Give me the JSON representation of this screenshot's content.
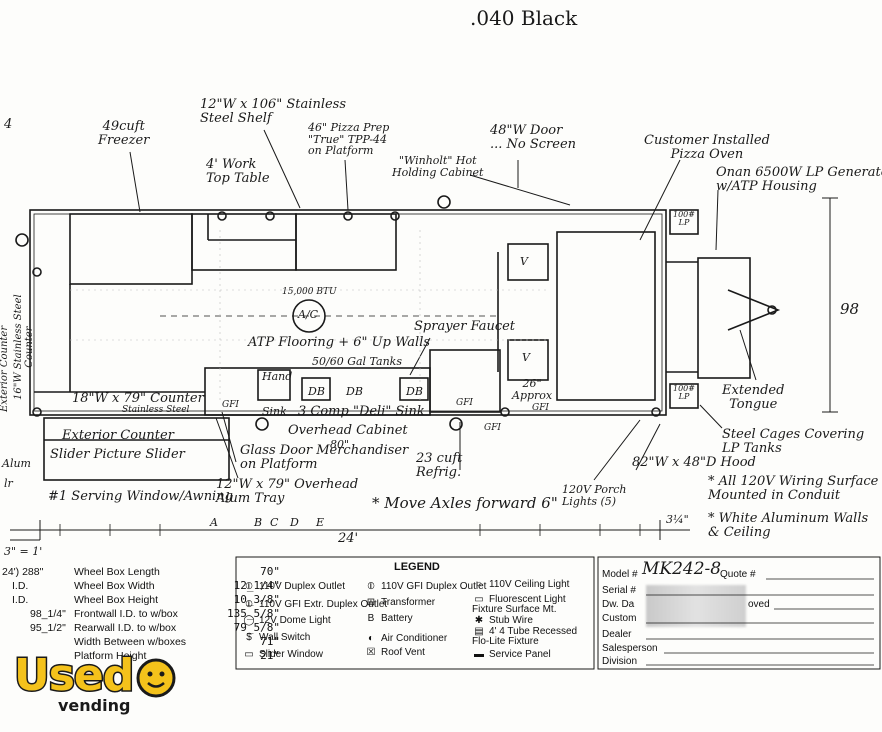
{
  "header": {
    "material_note": ".040 Black"
  },
  "labels": {
    "freezer": "49cuft\nFreezer",
    "stainless_shelf": "12\"W x 106\" Stainless\nSteel Shelf",
    "pizza_prep": "46\" Pizza Prep\n\"True\" TPP-44\non Platform",
    "door": "48\"W Door\n... No Screen",
    "pizza_oven": "Customer Installed\nPizza Oven",
    "generator": "Onan 6500W LP Generator\nw/ATP Housing",
    "work_table": "4' Work\nTop Table",
    "holding_cabinet": "\"Winholt\" Hot\nHolding Cabinet",
    "lp_tank_top": "100#\nLP",
    "lp_tank_bottom": "100#\nLP",
    "width_dim": "98",
    "ac_btu": "15,000 BTU",
    "ac_mark": "A/C",
    "sprayer": "Sprayer Faucet",
    "flooring": "ATP Flooring + 6\" Up Walls",
    "tanks": "50/60 Gal Tanks",
    "hand_sink": "Hand",
    "sink_lbl": "Sink",
    "db1": "DB",
    "db2": "DB",
    "db3": "DB",
    "three_comp_sink": "3 Comp \"Deli\" Sink",
    "overhead_cabinet": "Overhead Cabinet",
    "overhead_len": "80\"",
    "approx": "26\"\nApprox",
    "extended_tongue": "Extended\nTongue",
    "steel_cages": "Steel Cages Covering\nLP Tanks",
    "stainless_counter_v": "16\"W Stainless Steel\nCounter",
    "exterior_counter_v": "Exterior Counter",
    "counter_18": "18\"W x 79\" Counter",
    "stainless_steel": "Stainless Steel",
    "exterior_counter": "Exterior Counter",
    "slider_window": "Slider Picture Slider",
    "glass_door": "Glass Door Merchandiser\non Platform",
    "refrig": "23 cuft\nRefrig.",
    "hood": "82\"W x 48\"D Hood",
    "porch_lights": "120V Porch\nLights (5)",
    "wiring": "* All 120V Wiring Surface\nMounted in Conduit",
    "walls": "* White Aluminum Walls\n& Ceiling",
    "serving_window": "#1 Serving Window/Awning",
    "alum_tray": "12\"W x 79\" Overhead\nAlum Tray",
    "move_axles": "* Move Axles forward 6\"",
    "overall_length": "24'",
    "scale_note": "3\" = 1'",
    "alum_left": "Alum",
    "ltr_left": "lr",
    "num_left": "4",
    "letters": [
      "A",
      "B",
      "C",
      "D",
      "E"
    ],
    "gfi": "GFI",
    "v": "V",
    "dim_3": "3¼\""
  },
  "specs": {
    "overall": "24') 288\"",
    "rows": [
      {
        "label": "Wheel Box Length",
        "value": "70\""
      },
      {
        "label": "Wheel Box Width",
        "value": "12_1/4\""
      },
      {
        "label": "Wheel Box Height",
        "value": "10_3/8\""
      },
      {
        "label": "Frontwall I.D. to w/box",
        "value": "135_5/8\""
      },
      {
        "label": "Rearwall I.D. to w/box",
        "value": "79_5/8\""
      },
      {
        "label": "Width Between w/boxes",
        "value": "71\""
      },
      {
        "label": "Platform Height",
        "value": "21\""
      }
    ],
    "left_codes": [
      "I.D.",
      "I.D.",
      "98_1/4\"",
      "95_1/2\""
    ]
  },
  "legend": {
    "title": "LEGEND",
    "items": [
      {
        "sym": "⦶",
        "label": "110V Duplex Outlet"
      },
      {
        "sym": "⦶",
        "label": "110V GFI Extr. Duplex Outlet"
      },
      {
        "sym": "◯",
        "label": "12V Dome Light"
      },
      {
        "sym": "$",
        "label": "Wall Switch"
      },
      {
        "sym": "▭",
        "label": "Slider Window"
      },
      {
        "sym": "⦶",
        "label": "110V GFI Duplex Outlet"
      },
      {
        "sym": "⊞",
        "label": "Transformer"
      },
      {
        "sym": "B",
        "label": "Battery"
      },
      {
        "sym": "◐",
        "label": "Air Conditioner"
      },
      {
        "sym": "☒",
        "label": "Roof Vent"
      },
      {
        "sym": "○",
        "label": "110V Ceiling Light"
      },
      {
        "sym": "▭",
        "label": "Fluorescent Light\nFixture Surface Mt."
      },
      {
        "sym": "✱",
        "label": "Stub Wire"
      },
      {
        "sym": "▤",
        "label": "4' 4 Tube Recessed\nFlo-Lite Fixture"
      },
      {
        "sym": "▬",
        "label": "Service Panel"
      }
    ]
  },
  "title_block": {
    "model_label": "Model #",
    "model_value": "MK242-8",
    "quote_label": "Quote #",
    "rows": [
      "Serial #",
      "Dw. Da",
      "Custom",
      "Dealer",
      "Salesperson",
      "Division"
    ],
    "approved": "oved"
  },
  "logo": {
    "main": "Used",
    "sub": "vending"
  },
  "colors": {
    "logo_yellow": "#f4c21b",
    "ink": "#1a1a1a"
  }
}
